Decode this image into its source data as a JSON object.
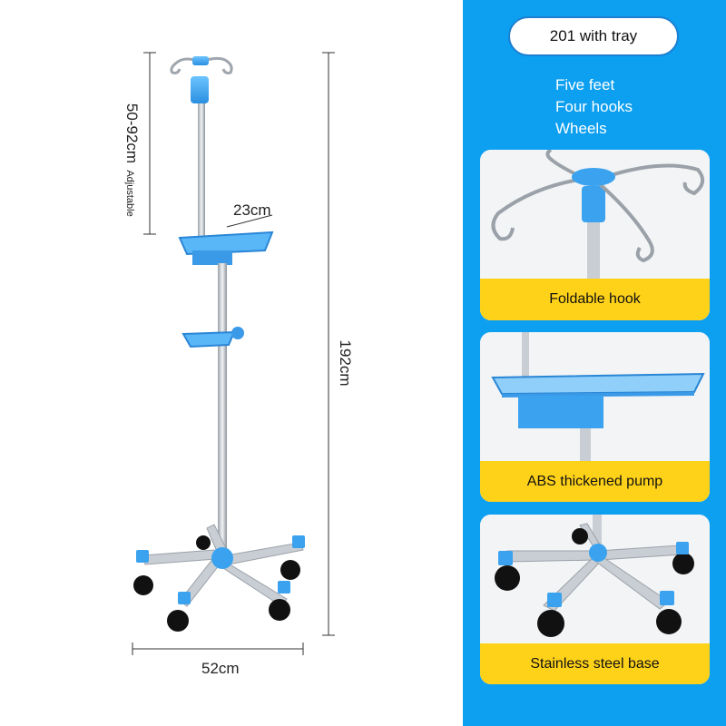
{
  "header": {
    "title": "201 with tray"
  },
  "features": [
    "Five feet",
    "Four hooks",
    "Wheels"
  ],
  "dimensions": {
    "adjustable_range": "50-92cm",
    "adjustable_note": "Adjustable",
    "tray_width": "23cm",
    "total_height": "192cm",
    "base_width": "52cm"
  },
  "cards": [
    {
      "label": "Foldable hook"
    },
    {
      "label": "ABS thickened pump"
    },
    {
      "label": "Stainless steel base"
    }
  ],
  "colors": {
    "panel_blue": "#0d9ff0",
    "accent_blue": "#3aa2ee",
    "label_yellow": "#ffd21a",
    "steel": "#c9ced4"
  }
}
